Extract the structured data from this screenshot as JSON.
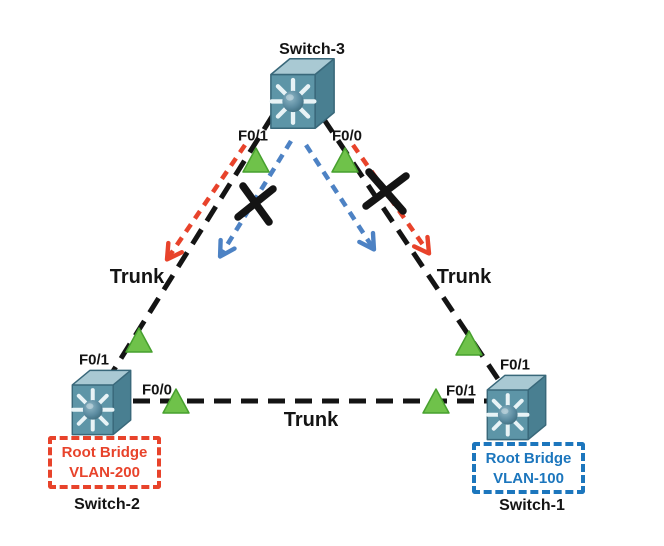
{
  "colors": {
    "ink": "#141414",
    "red": "#e8432b",
    "blue_box": "#1c76bd",
    "blue_arrow": "#4d82c4",
    "green": "#6fc24a",
    "green_dark": "#47a02e",
    "switch_front": "#5d95a7",
    "switch_top": "#a9c9d3",
    "switch_side": "#497f91",
    "switch_outline": "#39687a",
    "switch_ray": "#e8f3f6",
    "switch_sphere_light": "#8fb7c6",
    "switch_sphere_dark": "#3c6a7b"
  },
  "icons": {
    "switch": "cisco-switch-cube-icon",
    "link_up_indicator": "green-triangle-up-icon",
    "blocked_port": "black-x-icon",
    "vlan200_path": "red-dashed-arrow",
    "vlan100_path": "blue-dashed-arrow"
  },
  "switches": {
    "switch3": {
      "name": "Switch-3"
    },
    "switch2": {
      "name": "Switch-2",
      "badge": {
        "line1": "Root Bridge",
        "line2": "VLAN-200"
      }
    },
    "switch1": {
      "name": "Switch-1",
      "badge": {
        "line1": "Root Bridge",
        "line2": "VLAN-100"
      }
    }
  },
  "ports": {
    "switch3_left": "F0/1",
    "switch3_right": "F0/0",
    "switch2_uplink": "F0/1",
    "switch2_lan": "F0/0",
    "switch1_uplink": "F0/1",
    "switch1_lan": "F0/1"
  },
  "links": {
    "left": {
      "label": "Trunk"
    },
    "right": {
      "label": "Trunk"
    },
    "bottom": {
      "label": "Trunk"
    }
  }
}
